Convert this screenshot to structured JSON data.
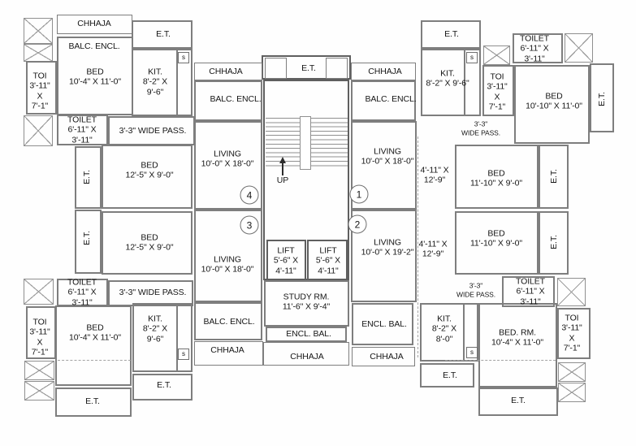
{
  "labels": {
    "tl": {
      "chhaja": "CHHAJA",
      "balc": "BALC. ENCL.",
      "bed": "BED\n10'-4\" X 11'-0\"",
      "et": "E.T.",
      "kit": "KIT.\n8'-2\" X\n9'-6\"",
      "toi": "TOI\n3'-11\"\nX\n7'-1\"",
      "toilet": "TOILET\n6'-11\" X\n3'-11\"",
      "pass": "3'-3\" WIDE PASS.",
      "sink": "s"
    },
    "tc": {
      "chhaja_left": "CHHAJA",
      "et": "E.T.",
      "chhaja_right": "CHHAJA",
      "balc_left": "BALC. ENCL.",
      "balc_right": "BALC. ENCL.",
      "up": "UP"
    },
    "tr": {
      "et": "E.T.",
      "kit": "KIT.\n8'-2\" X 9'-6\"",
      "toilet": "TOILET\n6'-11\" X\n3'-11\"",
      "toi": "TOI\n3'-11\"\nX\n7'-1\"",
      "bed": "BED\n10'-10\" X 11'-0\"",
      "et_side": "E.T.",
      "pass": "3'-3\"\nWIDE PASS.",
      "sink": "s"
    },
    "ml": {
      "et_upper": "E.T.",
      "bed_upper": "BED\n12'-5\" X 9'-0\"",
      "et_lower": "E.T.",
      "bed_lower": "BED\n12'-5\" X 9'-0\""
    },
    "mc": {
      "living_4": "LIVING\n10'-0\" X 18'-0\"",
      "living_1": "LIVING\n10'-0\" X 18'-0\"",
      "living_3": "LIVING\n10'-0\" X 18'-0\"",
      "living_2": "LIVING\n10'-0\" X 19'-2\"",
      "lift_left": "LIFT\n5'-6\" X\n4'-11\"",
      "lift_right": "LIFT\n5'-6\" X\n4'-11\"",
      "study": "STUDY RM.\n11'-6\" X 9'-4\"",
      "encl_bal": "ENCL. BAL."
    },
    "mr": {
      "pass_upper": "4'-11\" X\n12'-9\"",
      "bed_upper": "BED\n11'-10\" X 9'-0\"",
      "et_upper": "E.T.",
      "pass_lower": "4'-11\" X\n12'-9\"",
      "bed_lower": "BED\n11'-10\" X 9'-0\"",
      "et_lower": "E.T."
    },
    "bl": {
      "toilet": "TOILET\n6'-11\" X\n3'-11\"",
      "pass": "3'-3\" WIDE PASS.",
      "toi": "TOI\n3'-11\"\nX\n7'-1\"",
      "bed": "BED\n10'-4\" X 11'-0\"",
      "kit": "KIT.\n8'-2\" X\n9'-6\"",
      "et_kit": "E.T.",
      "et_bottom": "E.T.",
      "sink": "s"
    },
    "bc": {
      "balc": "BALC. ENCL.",
      "chhaja_left": "CHHAJA",
      "encl_bal_right": "ENCL. BAL.",
      "chhaja_center": "CHHAJA",
      "chhaja_right": "CHHAJA"
    },
    "br": {
      "pass": "3'-3\"\nWIDE PASS.",
      "toilet": "TOILET\n6'-11\" X\n3'-11\"",
      "kit": "KIT.\n8'-2\" X\n8'-0\"",
      "bedrm": "BED. RM.\n10'-4\" X 11'-0\"",
      "toi": "TOI\n3'-11\"\nX\n7'-1\"",
      "et_kit": "E.T.",
      "et_bottom": "E.T.",
      "sink": "s"
    },
    "units": {
      "u1": "1",
      "u2": "2",
      "u3": "3",
      "u4": "4"
    }
  }
}
